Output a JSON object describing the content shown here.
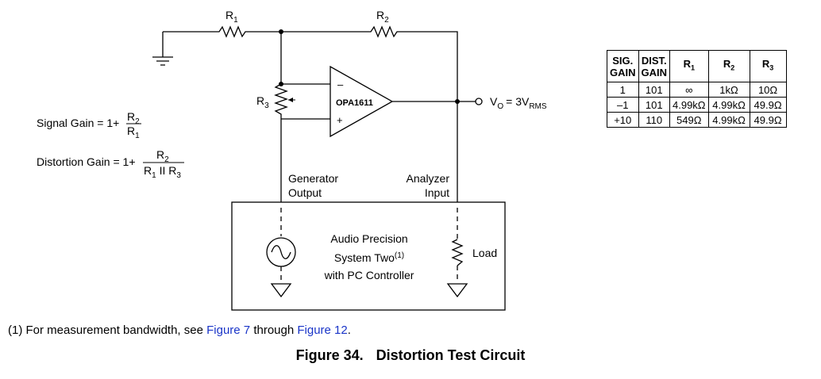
{
  "circuit": {
    "r1_label": "R",
    "r1_sub": "1",
    "r2_label": "R",
    "r2_sub": "2",
    "r3_label": "R",
    "r3_sub": "3",
    "opamp_label": "OPA1611",
    "minus": "–",
    "plus": "+",
    "vo_label": "V",
    "vo_sub": "O",
    "vo_eq": "= 3V",
    "vo_rms": "RMS",
    "gen_line1": "Generator",
    "gen_line2": "Output",
    "ana_line1": "Analyzer",
    "ana_line2": "Input",
    "ap_line1": "Audio Precision",
    "ap_line2": "System Two",
    "ap_line2_sup": "(1)",
    "ap_line3": "with PC Controller",
    "load_label": "Load"
  },
  "formulas": {
    "signal_gain_prefix": "Signal Gain = 1+",
    "signal_num": "R",
    "signal_num_sub": "2",
    "signal_den": "R",
    "signal_den_sub": "1",
    "distortion_gain_prefix": "Distortion Gain = 1+",
    "dist_num": "R",
    "dist_num_sub": "2",
    "dist_den_a": "R",
    "dist_den_a_sub": "1",
    "dist_den_par": " II R",
    "dist_den_b_sub": "3"
  },
  "table": {
    "headers": {
      "sig_line1": "SIG.",
      "sig_line2": "GAIN",
      "dist_line1": "DIST.",
      "dist_line2": "GAIN",
      "r1": "R",
      "r1_sub": "1",
      "r2": "R",
      "r2_sub": "2",
      "r3": "R",
      "r3_sub": "3"
    },
    "rows": [
      [
        "1",
        "101",
        "∞",
        "1kΩ",
        "10Ω"
      ],
      [
        "–1",
        "101",
        "4.99kΩ",
        "4.99kΩ",
        "49.9Ω"
      ],
      [
        "+10",
        "110",
        "549Ω",
        "4.99kΩ",
        "49.9Ω"
      ]
    ]
  },
  "footnote": {
    "prefix": "(1)  For measurement bandwidth, see ",
    "link1": "Figure 7",
    "middle": " through ",
    "link2": "Figure 12",
    "suffix": "."
  },
  "caption": {
    "number": "Figure 34.",
    "title": "Distortion Test Circuit"
  }
}
